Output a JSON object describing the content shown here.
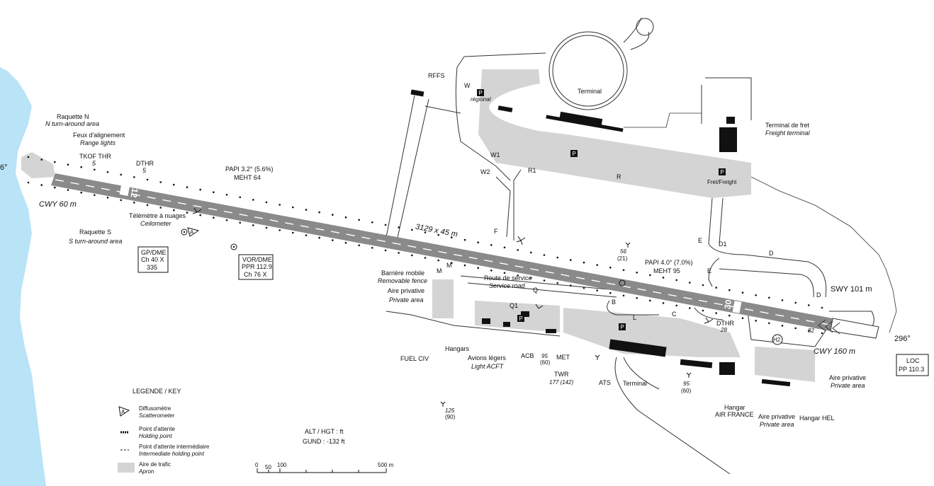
{
  "colors": {
    "water": "#b9e3f7",
    "apron": "#d4d4d4",
    "runway": "#8a8a8a",
    "building": "#111111",
    "line": "#333333",
    "background": "#ffffff"
  },
  "runway": {
    "dimensions": "3129 x 45 m",
    "designator_west": "12",
    "designator_east": "30",
    "heading_west": "6°",
    "heading_east": "296°",
    "heading_label_32": "32",
    "cwy_west": "CWY 60 m",
    "cwy_east": "CWY 160 m",
    "swy_east": "SWY 101 m"
  },
  "labels": {
    "raquette_n": {
      "fr": "Raquette N",
      "en": "N turn-around area"
    },
    "feux": {
      "fr": "Feux d'alignement",
      "en": "Range lights"
    },
    "tkof": {
      "fr": "TKOF THR",
      "value": "5"
    },
    "dthr_w": {
      "fr": "DTHR",
      "value": "5"
    },
    "papi_w": {
      "line1": "PAPI 3.2° (5.6%)",
      "line2": "MEHT 64"
    },
    "telemetre": {
      "fr": "Télémètre à nuages",
      "en": "Ceilometer"
    },
    "raquette_s": {
      "fr": "Raquette S",
      "en": "S turn-around area"
    },
    "gp_dme": {
      "line1": "GP/DME",
      "line2": "Ch 40 X",
      "line3": "335"
    },
    "vor_dme": {
      "line1": "VOR/DME",
      "line2": "PPR 112.9",
      "line3": "Ch 76 X"
    },
    "rffs": "RFFS",
    "regional": "régional",
    "terminal_n": "Terminal",
    "terminal_fret": {
      "fr": "Terminal de fret",
      "en": "Freight terminal"
    },
    "fret": "Fret/Freight",
    "twy_w": "W",
    "twy_w1": "W1",
    "twy_w2": "W2",
    "twy_r1": "R1",
    "twy_r": "R",
    "twy_f": "F",
    "twy_e1": "E",
    "twy_e2": "E",
    "twy_d1": "D1",
    "twy_d": "D",
    "twy_d2": "D",
    "twy_m1": "M",
    "twy_m2": "M",
    "twy_q": "Q",
    "twy_q1": "Q1",
    "twy_b": "B",
    "twy_l": "L",
    "twy_c": "C",
    "obst_56": "56",
    "obst_56b": "(21)",
    "papi_e": {
      "line1": "PAPI 4.0° (7.0%)",
      "line2": "MEHT 95"
    },
    "barriere": {
      "fr": "Barrière mobile",
      "en": "Removable fence"
    },
    "route": {
      "fr": "Route de service",
      "en": "Service road"
    },
    "aire_priv_w": {
      "fr": "Aire privative",
      "en": "Private area"
    },
    "hangars": "Hangars",
    "avions": {
      "fr": "Avions légers",
      "en": "Light ACFT"
    },
    "fuel": "FUEL CIV",
    "obst_125": "125",
    "obst_125b": "(90)",
    "acb": "ACB",
    "obst_95a": "95",
    "obst_95ab": "(60)",
    "met": "MET",
    "twr": "TWR",
    "twr_h": "177 (142)",
    "ats": "ATS",
    "terminal_s": "Terminal",
    "obst_95b": "95",
    "obst_95bb": "(60)",
    "hangar_af": {
      "line1": "Hangar",
      "line2": "AIR FRANCE"
    },
    "aire_priv_c": {
      "fr": "Aire privative",
      "en": "Private area"
    },
    "hangar_hel": "Hangar HEL",
    "aire_priv_e": {
      "fr": "Aire privative",
      "en": "Private area"
    },
    "dthr_e": {
      "fr": "DTHR",
      "value": "28"
    },
    "h2": "H2",
    "loc": {
      "line1": "LOC",
      "line2": "PP 110.3"
    }
  },
  "legend": {
    "title": "LEGENDE / KEY",
    "items": [
      {
        "fr": "Diffusomètre",
        "en": "Scatterometer"
      },
      {
        "fr": "Point d'attente",
        "en": "Holding point"
      },
      {
        "fr": "Point d'attente intermédiaire",
        "en": "Intermediate holding point"
      },
      {
        "fr": "Aire de trafic",
        "en": "Apron"
      }
    ],
    "scatter_symbol": "A"
  },
  "notes": {
    "alt": "ALT / HGT : ft",
    "gund": "GUND : -132 ft"
  },
  "scale": {
    "t0": "0",
    "t1": "50",
    "t2": "100",
    "t3": "500 m"
  }
}
